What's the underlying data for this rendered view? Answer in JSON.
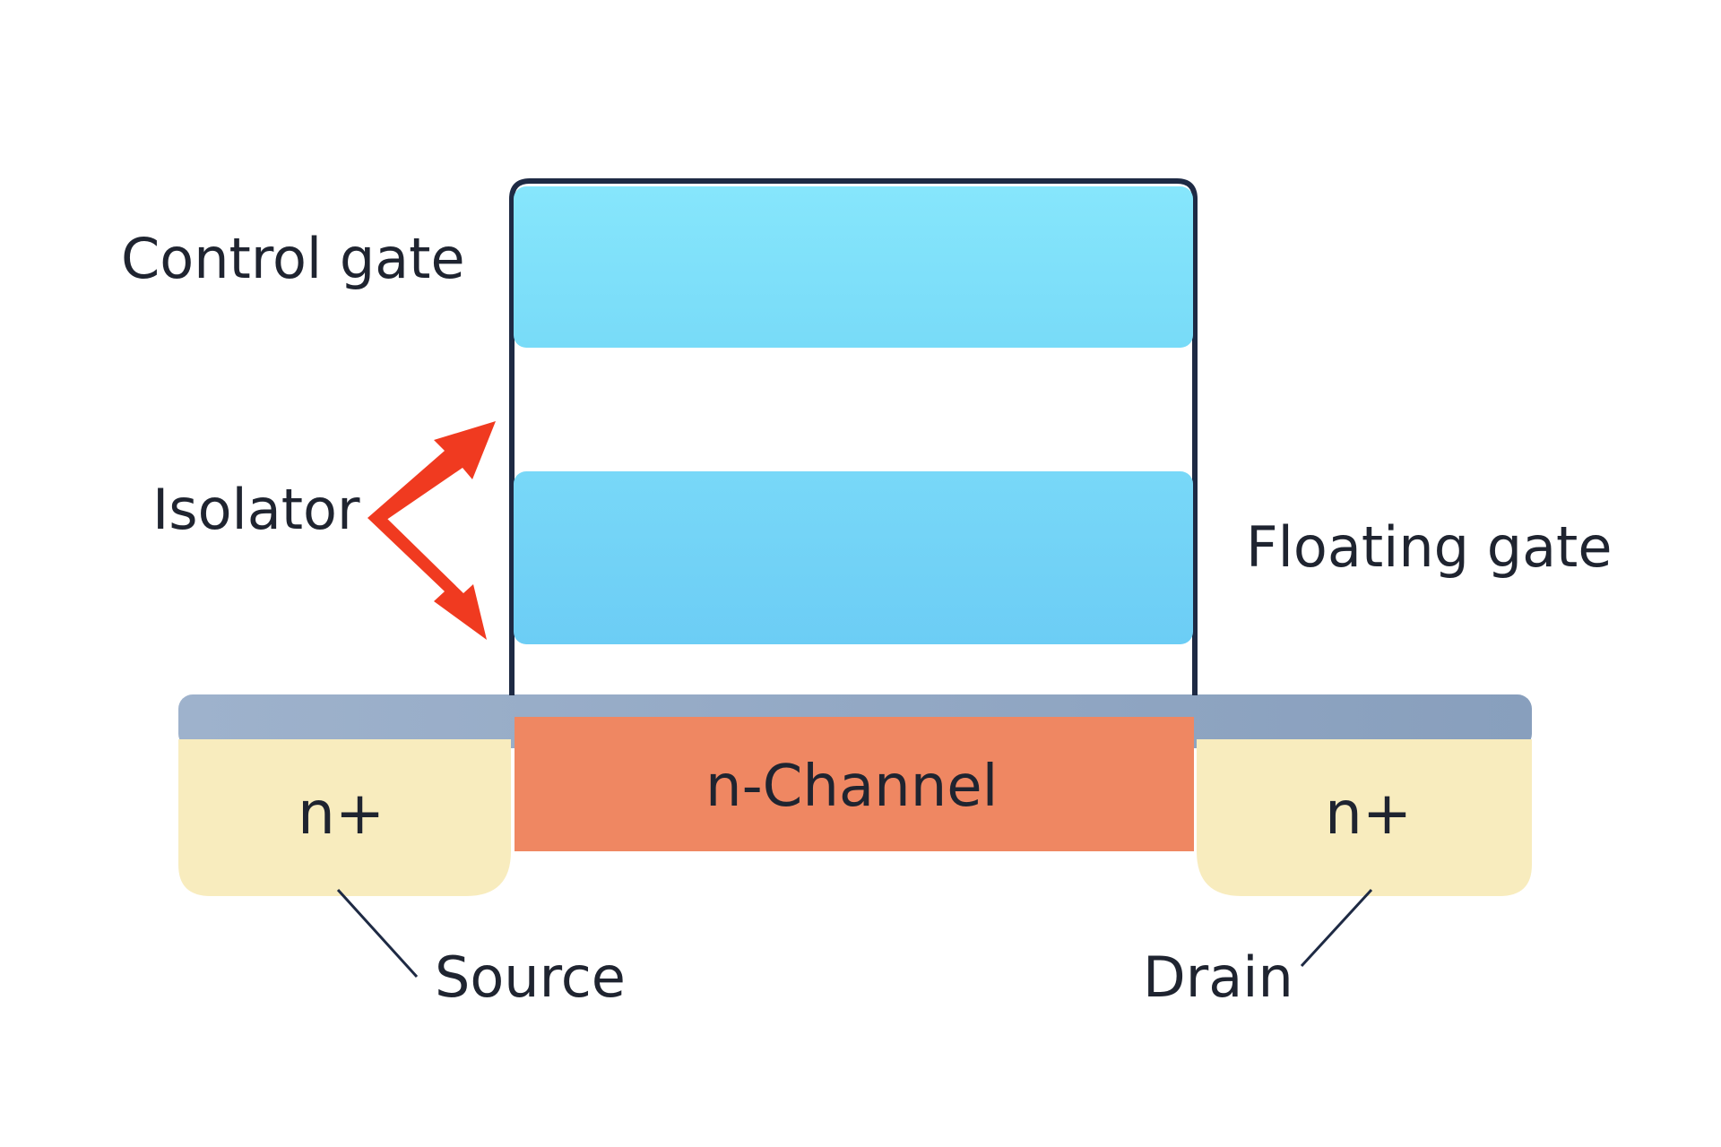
{
  "labels": {
    "control_gate": "Control gate",
    "isolator": "Isolator",
    "floating_gate": "Floating gate",
    "n_channel": "n-Channel",
    "n_plus_left": "n+",
    "n_plus_right": "n+",
    "source": "Source",
    "drain": "Drain"
  },
  "colors": {
    "gate_blue": "#7fdcfa",
    "floating_blue": "#74d2f7",
    "channel_orange": "#ef8762",
    "n_plus_yellow": "#f8ecbe",
    "oxide_slate": "#8fa5c1",
    "outline_navy": "#1e2a44",
    "arrow_red": "#f03a20"
  }
}
